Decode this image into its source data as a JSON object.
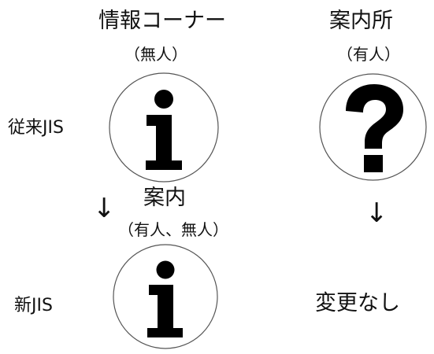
{
  "left_column": {
    "title": "情報コーナー",
    "title_note": "（無人）",
    "new_title": "案内",
    "new_title_note": "（有人、無人）",
    "old_symbol_icon": "information-i-icon",
    "new_symbol_icon": "information-i-icon"
  },
  "right_column": {
    "title": "案内所",
    "title_note": "（有人）",
    "old_symbol_icon": "question-mark-icon",
    "new_result": "変更なし"
  },
  "rows": {
    "old_label": "従来JIS",
    "new_label": "新JIS"
  },
  "arrows": {
    "left": "↓",
    "right": "↓"
  },
  "colors": {
    "symbol": "#000000",
    "circle_stroke": "#555555",
    "background": "#ffffff"
  }
}
